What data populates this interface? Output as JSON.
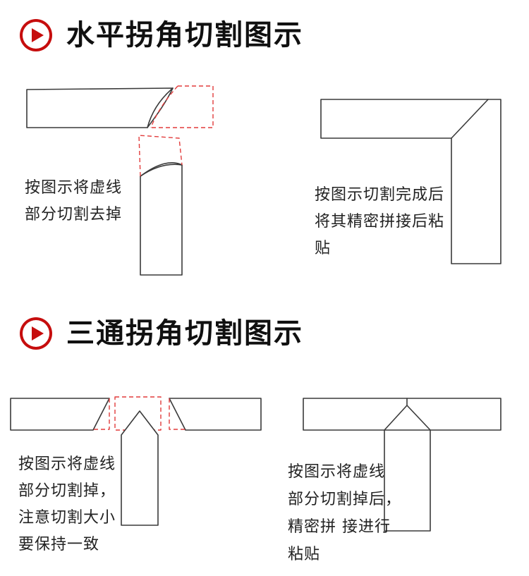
{
  "colors": {
    "accent_red": "#c60d0d",
    "dashed_red": "#e23c3c",
    "outline": "#3a3a3a",
    "text": "#1a1a1a",
    "background": "#ffffff"
  },
  "icons": {
    "header_icon": "play-badge-icon"
  },
  "sections": [
    {
      "id": "horizontal-corner",
      "title": "水平拐角切割图示",
      "left_caption": "按图示将虚线\n部分切割去掉",
      "right_caption": "按图示切割完成后\n将其精密拼接后粘\n贴",
      "left_diagram": "horizontal-corner-cut-exploded",
      "right_diagram": "horizontal-corner-assembled"
    },
    {
      "id": "tee-corner",
      "title": "三通拐角切割图示",
      "left_caption": "按图示将虚线\n部分切割掉，\n注意切割大小\n要保持一致",
      "right_caption": "按图示将虚线\n部分切割掉后，\n精密拼 接进行\n粘贴",
      "left_diagram": "tee-corner-cut-exploded",
      "right_diagram": "tee-corner-assembled"
    }
  ]
}
